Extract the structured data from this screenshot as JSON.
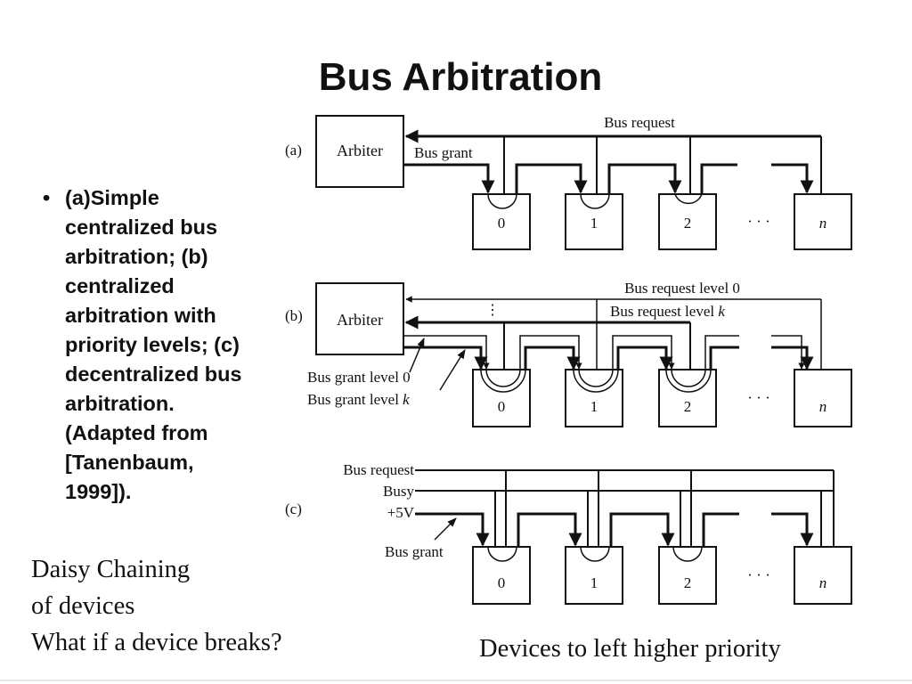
{
  "slide": {
    "title": "Bus Arbitration",
    "bullet_text": "(a)Simple\ncentralized bus\narbitration; (b)\ncentralized\narbitration with\npriority levels; (c)\ndecentralized bus\narbitration.\n(Adapted from\n[Tanenbaum,\n1999]).",
    "notes": [
      "Daisy Chaining",
      "of devices",
      "What if a device breaks?"
    ],
    "priority_note": "Devices to left higher priority"
  },
  "diagram": {
    "panel_a": {
      "label": "(a)",
      "arbiter": "Arbiter",
      "bus_request": "Bus request",
      "bus_grant": "Bus grant",
      "devices": [
        "0",
        "1",
        "2",
        "n"
      ],
      "ellipsis": "· · ·"
    },
    "panel_b": {
      "label": "(b)",
      "arbiter": "Arbiter",
      "vdots": "⋮",
      "bus_request_level_0": "Bus request level 0",
      "bus_request_level_k_prefix": "Bus request level ",
      "bus_request_level_k_var": "k",
      "bus_grant_level_0": "Bus grant level 0",
      "bus_grant_level_k_prefix": "Bus grant level ",
      "bus_grant_level_k_var": "k",
      "devices": [
        "0",
        "1",
        "2",
        "n"
      ],
      "ellipsis": "· · ·"
    },
    "panel_c": {
      "label": "(c)",
      "bus_request": "Bus request",
      "busy": "Busy",
      "plus_5v": "+5V",
      "bus_grant": "Bus grant",
      "devices": [
        "0",
        "1",
        "2",
        "n"
      ],
      "ellipsis": "· · ·"
    }
  }
}
